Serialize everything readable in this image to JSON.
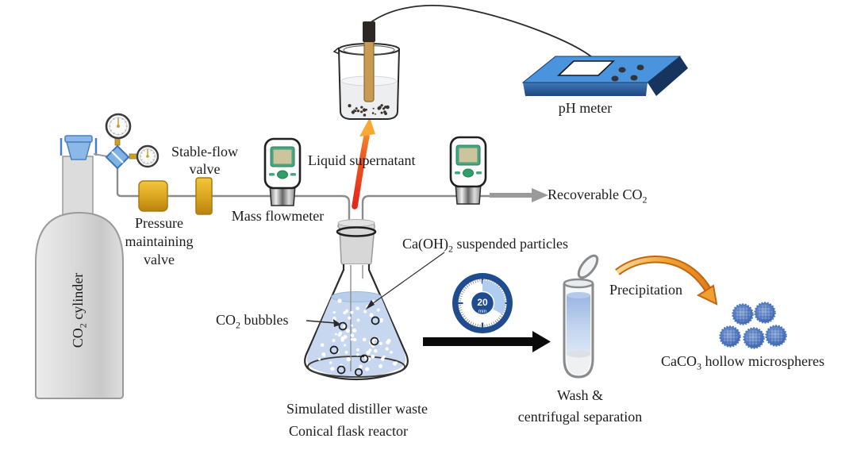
{
  "labels": {
    "co2_cylinder": {
      "pre": "CO",
      "sub": "2",
      "post": " cylinder"
    },
    "pressure_valve": {
      "lines": [
        "Pressure",
        "maintaining",
        "valve"
      ]
    },
    "stable_valve": {
      "lines": [
        "Stable-flow",
        "valve"
      ]
    },
    "mass_flowmeter": {
      "text": "Mass flowmeter"
    },
    "liquid_supernatant": {
      "text": "Liquid  supernatant"
    },
    "recoverable_co2": {
      "pre": "Recoverable CO",
      "sub": "2"
    },
    "ph_meter": {
      "text": "pH meter"
    },
    "caoh2_particles": {
      "pre": "Ca(OH)",
      "sub": "2",
      "post": " suspended particles"
    },
    "co2_bubbles": {
      "pre": "CO",
      "sub": "2",
      "post": " bubbles"
    },
    "simulated_waste": {
      "text": "Simulated distiller waste"
    },
    "conical_reactor": {
      "text": "Conical flask reactor"
    },
    "wash": {
      "lines": [
        "Wash &",
        "centrifugal separation"
      ]
    },
    "precipitation": {
      "text": "Precipitation"
    },
    "caco3_product": {
      "pre": "CaCO",
      "sub": "3",
      "post": " hollow microspheres"
    },
    "timer": {
      "value": "20",
      "unit": "min"
    }
  },
  "colors": {
    "device_blue": "#4a94dd",
    "valve_gold": "#d9a420",
    "timer_blue": "#1e4c8f",
    "timer_sector": "#aecdf0",
    "flask_liquid": "#c7d7f0",
    "sphere_blue": "#3a68b8",
    "flow_arrow_gray": "#9a9a9a",
    "supernatant_arrow_red": "#e8291c",
    "supernatant_arrow_orange": "#f5a623",
    "precipitation_arrow_orange": "#e08020",
    "process_arrow_black": "#0a0a0a",
    "electrode_tan": "#c89a52",
    "flowmeter_screen": "#cbc49c",
    "flowmeter_green": "#3fa57d"
  }
}
